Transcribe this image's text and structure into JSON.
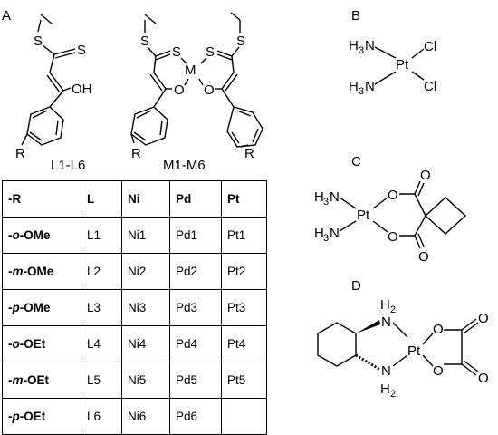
{
  "panels": {
    "A": "A",
    "B": "B",
    "C": "C",
    "D": "D"
  },
  "structure_labels": {
    "ligand": "L1-L6",
    "complex": "M1-M6"
  },
  "atoms": {
    "S": "S",
    "OH": "OH",
    "O": "O",
    "M": "M",
    "R": "R",
    "H3N": "H",
    "three": "3",
    "N": "N",
    "Pt": "Pt",
    "Cl": "Cl",
    "H": "H",
    "two": "2"
  },
  "table": {
    "headers": [
      "-R",
      "L",
      "Ni",
      "Pd",
      "Pt"
    ],
    "rows": [
      {
        "r_prefix": "-",
        "r_pos": "o",
        "r_group": "-OMe",
        "cells": [
          "L1",
          "Ni1",
          "Pd1",
          "Pt1"
        ]
      },
      {
        "r_prefix": "-",
        "r_pos": "m",
        "r_group": "-OMe",
        "cells": [
          "L2",
          "Ni2",
          "Pd2",
          "Pt2"
        ]
      },
      {
        "r_prefix": "-",
        "r_pos": "p",
        "r_group": "-OMe",
        "cells": [
          "L3",
          "Ni3",
          "Pd3",
          "Pt3"
        ]
      },
      {
        "r_prefix": "-",
        "r_pos": "o",
        "r_group": "-OEt",
        "cells": [
          "L4",
          "Ni4",
          "Pd4",
          "Pt4"
        ]
      },
      {
        "r_prefix": "-",
        "r_pos": "m",
        "r_group": "-OEt",
        "cells": [
          "L5",
          "Ni5",
          "Pd5",
          "Pt5"
        ]
      },
      {
        "r_prefix": "-",
        "r_pos": "p",
        "r_group": "-OEt",
        "cells": [
          "L6",
          "Ni6",
          "Pd6",
          ""
        ]
      }
    ]
  }
}
